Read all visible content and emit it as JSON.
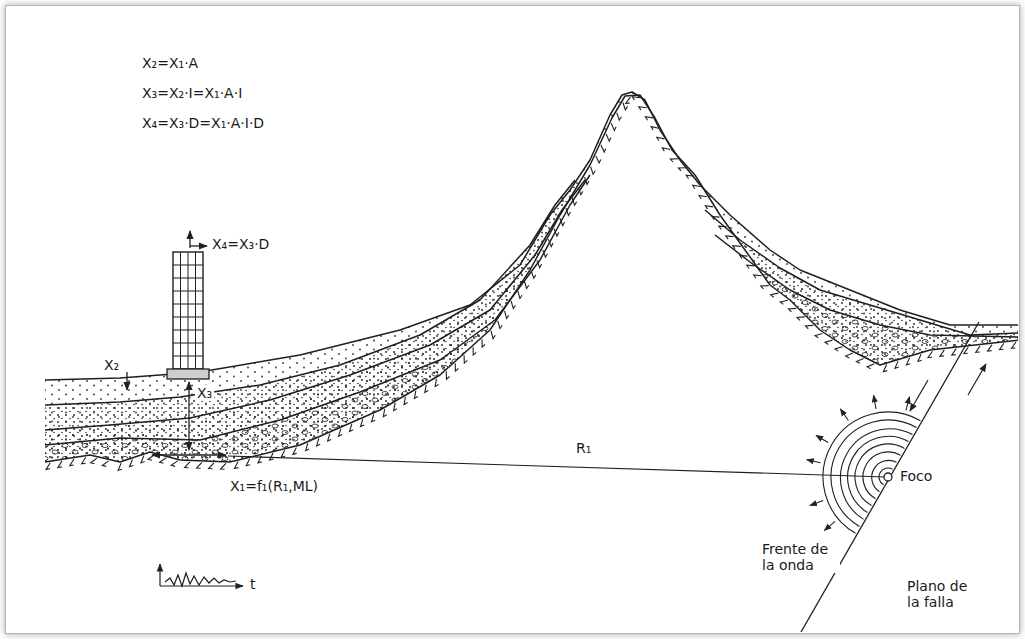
{
  "diagram": {
    "labels": [
      "X₂=X₁·A",
      "X₃=X₂·I=X₁·A·I",
      "X₄=X₃·D=X₁·A·I·D",
      "X₄=X₃·D",
      "X₂",
      "X₃",
      "X₁=f₁(R₁,ML)",
      "R₁",
      "Foco",
      "Frente de la onda",
      "Plano de la falla",
      "t"
    ]
  }
}
